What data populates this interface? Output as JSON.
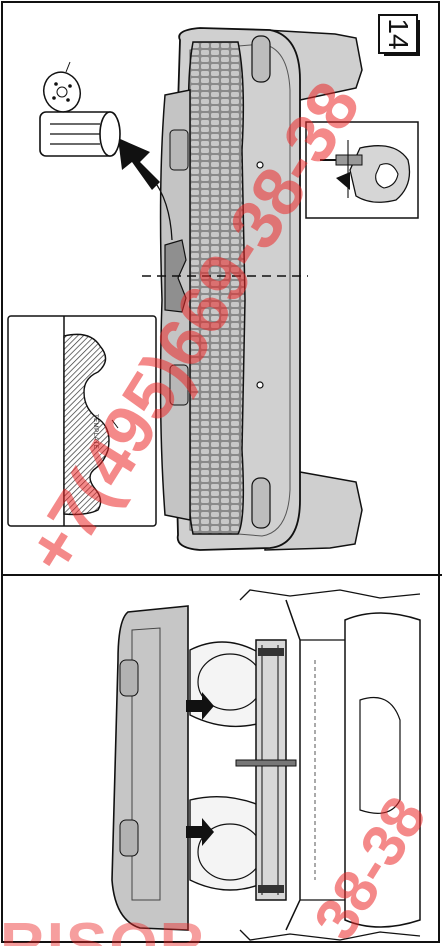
{
  "step": {
    "number": "14"
  },
  "template": {
    "label": "TEMPLATE"
  },
  "watermark": {
    "main": "+7(495)669-38-38",
    "corner": "38-38",
    "bottom": "RISOR"
  },
  "colors": {
    "bumper": "#d0d0d0",
    "grille_fill": "#bdbdbd",
    "outline": "#111111",
    "watermark": "#eb2828"
  },
  "icons": [
    "arrow-icon",
    "trim-tool-icon",
    "cut-pieces-icon"
  ]
}
